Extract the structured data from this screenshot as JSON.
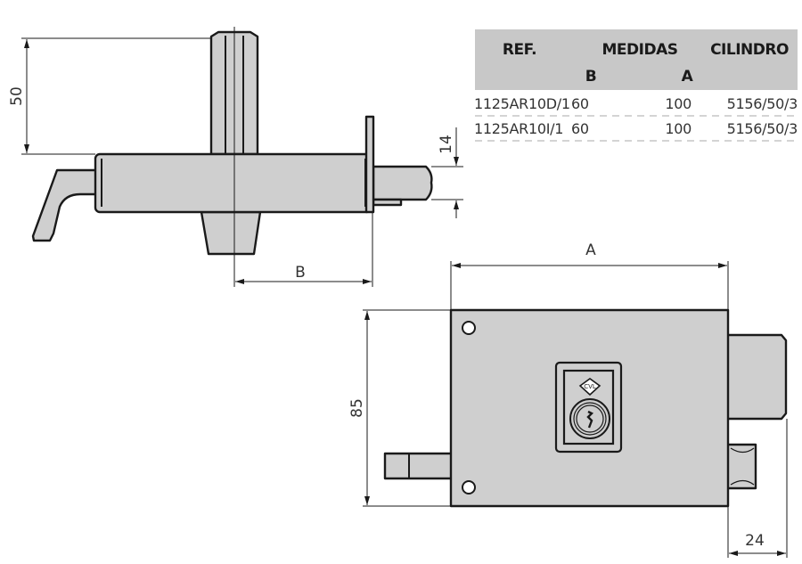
{
  "table": {
    "header_color": "#c8c8c8",
    "headers": {
      "ref": "REF.",
      "medidas": "MEDIDAS",
      "cilindro": "CILINDRO",
      "b": "B",
      "a": "A"
    },
    "rows": [
      {
        "ref": "1125AR10D/1",
        "b": "60",
        "a": "100",
        "cilindro": "5156/50/3"
      },
      {
        "ref": "1125AR10I/1",
        "b": "60",
        "a": "100",
        "cilindro": "5156/50/3"
      }
    ]
  },
  "side_view": {
    "dim_height": "50",
    "dim_bolt": "14",
    "dim_b": "B"
  },
  "front_view": {
    "dim_a": "A",
    "dim_height": "85",
    "dim_cylinder": "24"
  },
  "logo_text": "CVL"
}
